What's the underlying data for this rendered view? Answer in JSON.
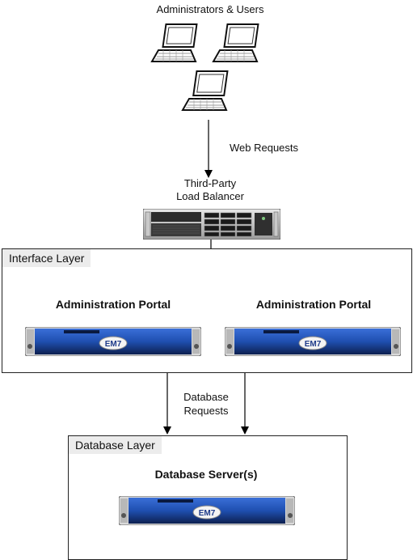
{
  "clients": {
    "title": "Administrators & Users",
    "laptop_icon": "laptop-icon",
    "laptop_count": 3
  },
  "flows": {
    "web_requests": "Web Requests",
    "database_requests_line1": "Database",
    "database_requests_line2": "Requests"
  },
  "load_balancer": {
    "label_line1": "Third-Party",
    "label_line2": "Load Balancer",
    "icon": "rack-server-icon"
  },
  "interface_layer": {
    "label": "Interface Layer",
    "portals": [
      {
        "title": "Administration Portal",
        "badge": "EM7"
      },
      {
        "title": "Administration Portal",
        "badge": "EM7"
      }
    ]
  },
  "database_layer": {
    "label": "Database Layer",
    "server": {
      "title": "Database Server(s)",
      "badge": "EM7"
    }
  },
  "colors": {
    "appliance_blue": "#1f4fb0",
    "appliance_dark": "#0d2050",
    "layer_label_bg": "#ececec",
    "line": "#000000"
  }
}
